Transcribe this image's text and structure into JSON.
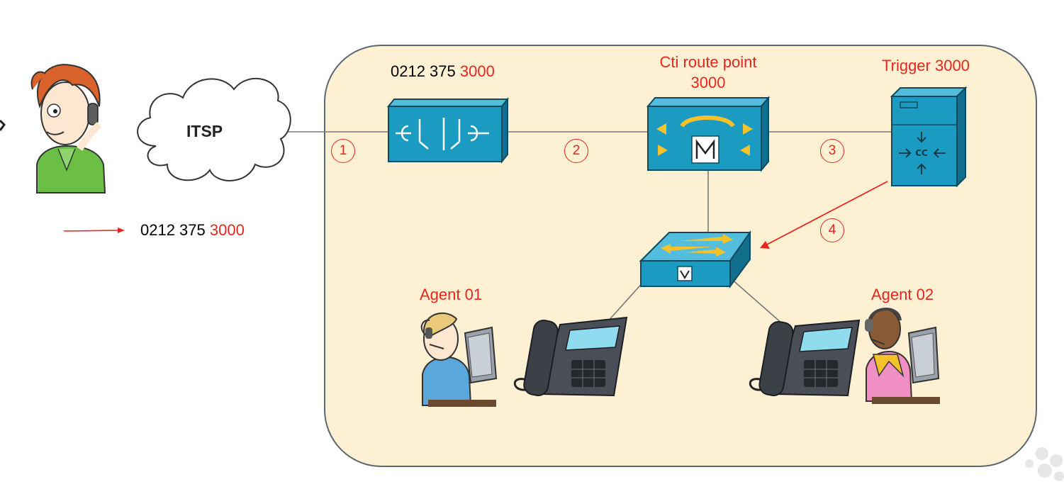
{
  "caller": {
    "dialed_prefix": "0212 375",
    "dialed_ext": "3000"
  },
  "cloud": {
    "label": "ITSP"
  },
  "gateway": {
    "prefix": "0212 375",
    "ext": "3000"
  },
  "cti": {
    "line1": "Cti route point",
    "line2": "3000"
  },
  "trigger": {
    "label": "Trigger 3000"
  },
  "steps": [
    "1",
    "2",
    "3",
    "4"
  ],
  "agents": [
    {
      "label": "Agent 01",
      "shirt": "#5aa7dc"
    },
    {
      "label": "Agent 02",
      "shirt": "#f08fc4"
    }
  ],
  "colors": {
    "accent": "#e8261e",
    "device": "#1c9bc2",
    "device_dark": "#126e8d",
    "panel": "#fdf0d3",
    "arrow_yellow": "#f6c22b"
  }
}
